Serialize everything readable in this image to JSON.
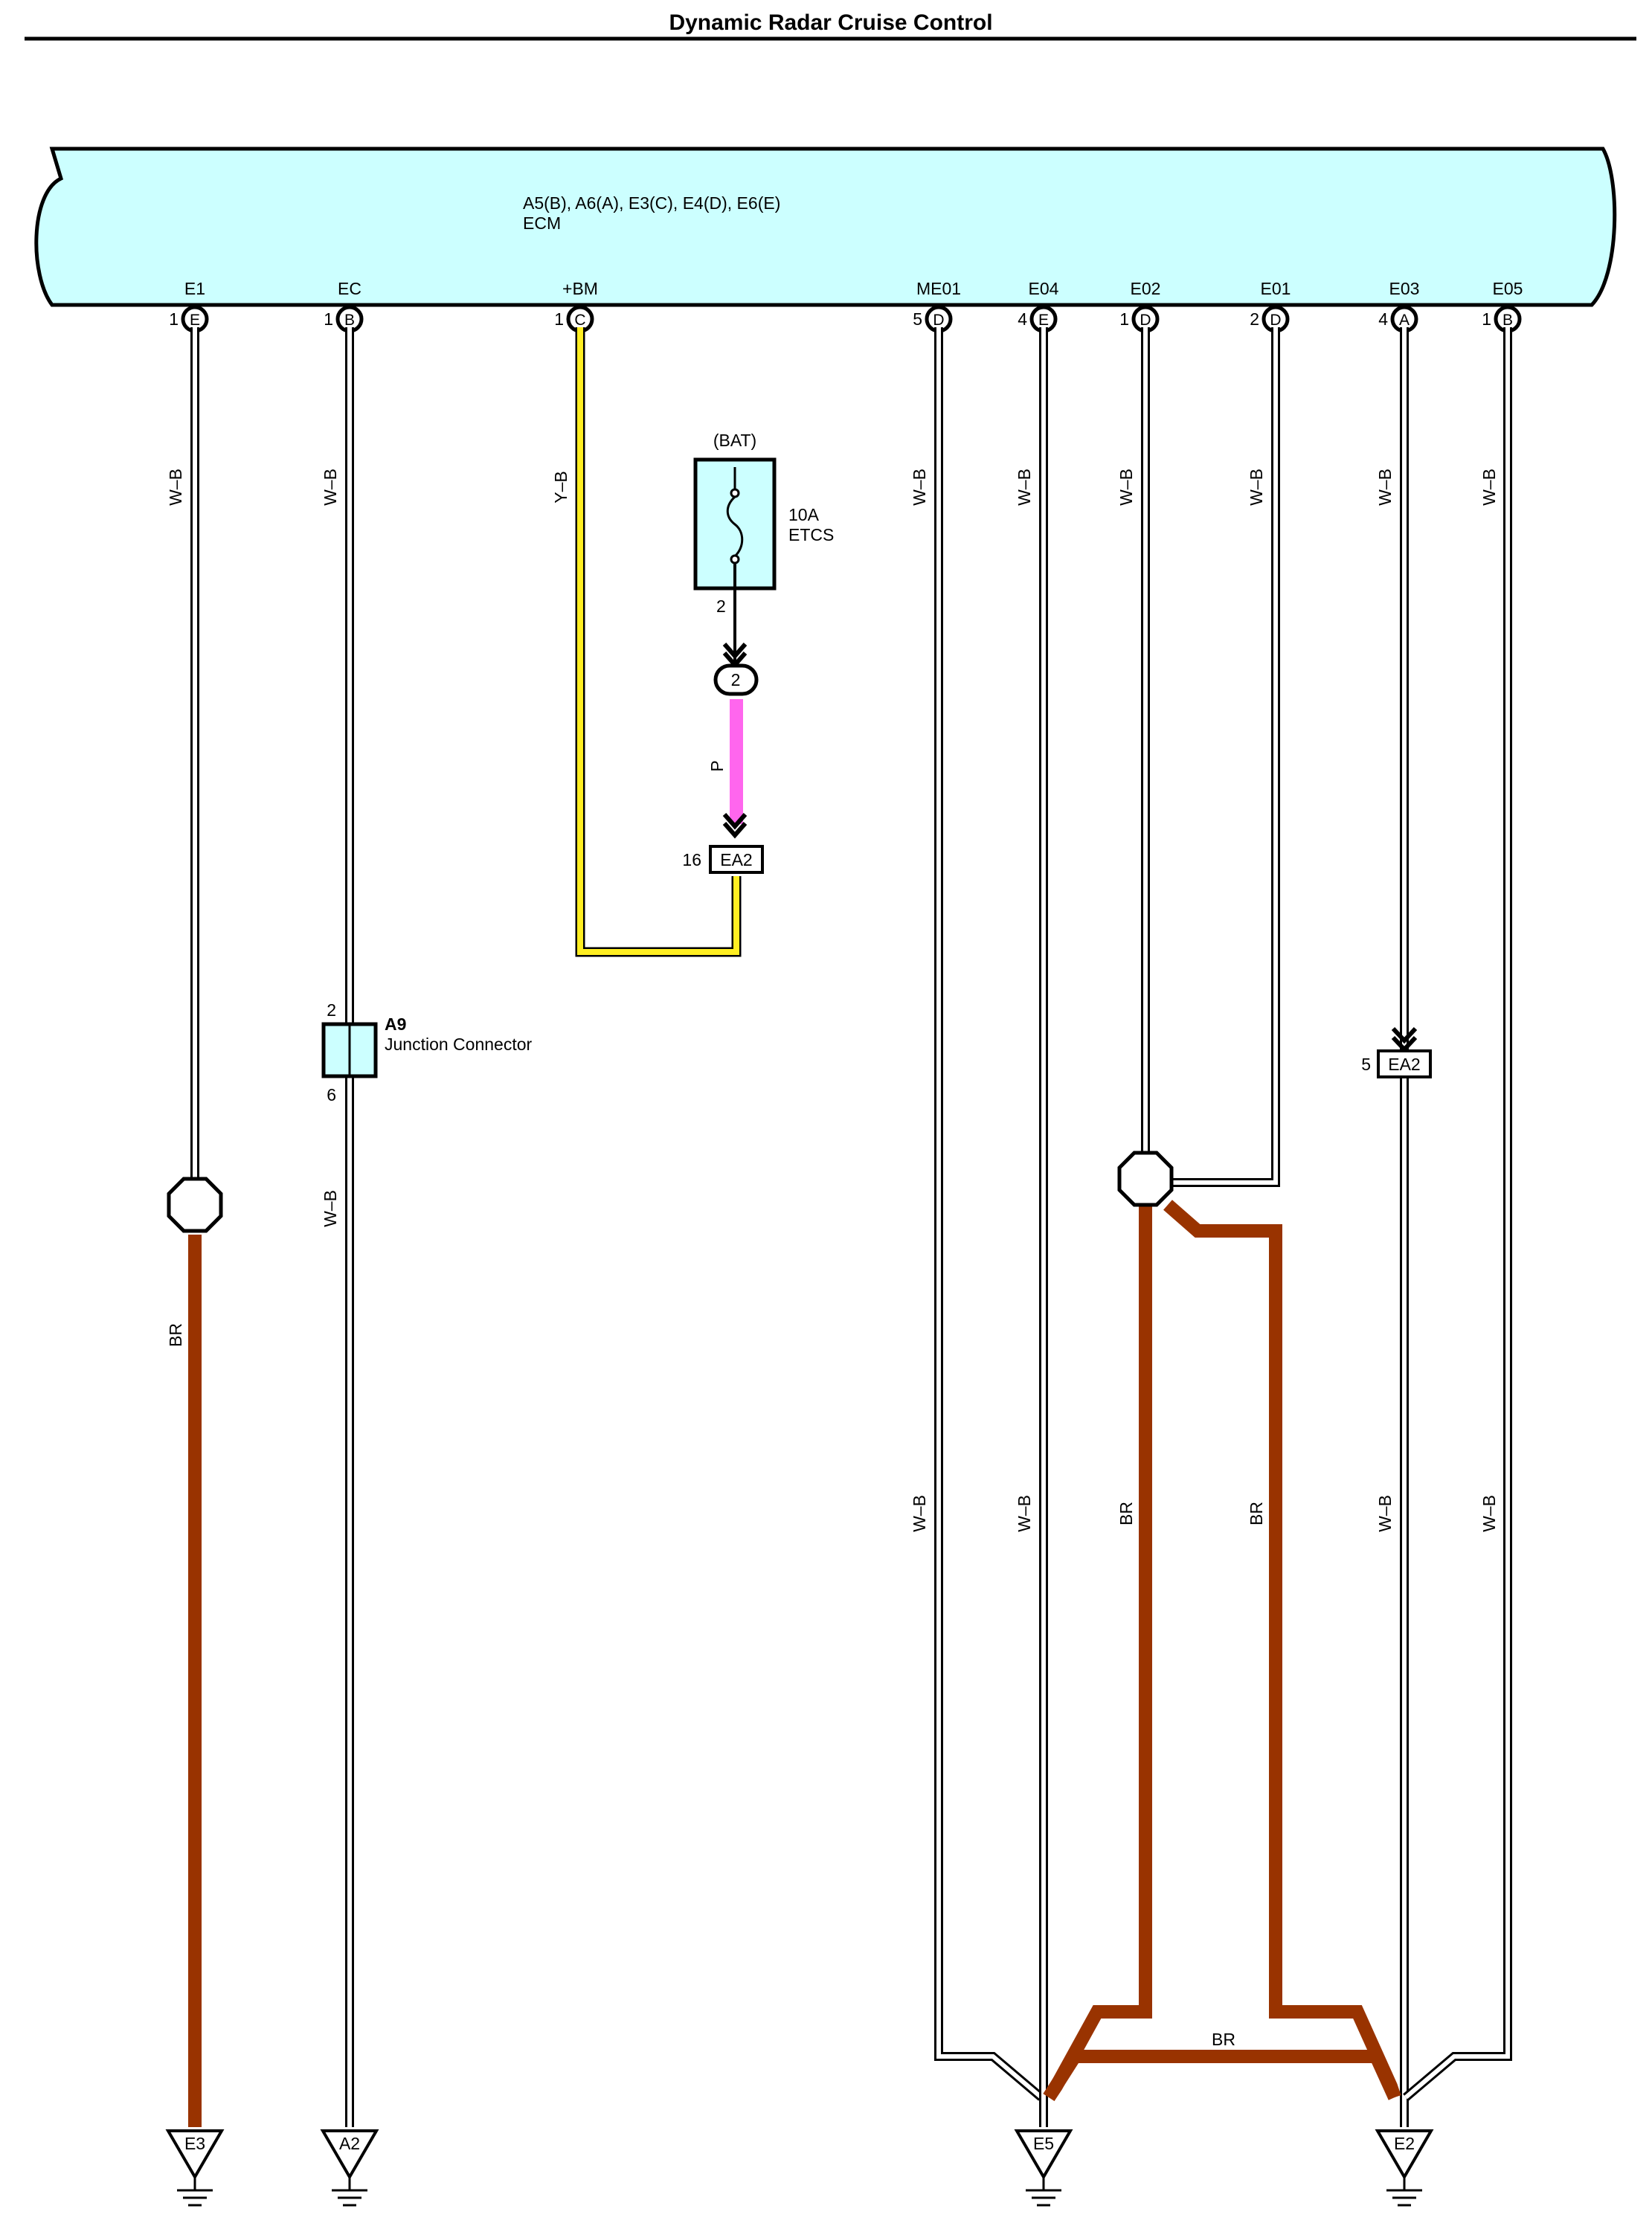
{
  "title": "Dynamic Radar Cruise Control",
  "ecm": {
    "connectors": "A5(B), A6(A), E3(C), E4(D), E6(E)",
    "name": "ECM",
    "fill": "#ccffff",
    "terminals": [
      {
        "name": "E1",
        "pin": "1",
        "conn": "E"
      },
      {
        "name": "EC",
        "pin": "1",
        "conn": "B"
      },
      {
        "name": "+BM",
        "pin": "1",
        "conn": "C"
      },
      {
        "name": "ME01",
        "pin": "5",
        "conn": "D"
      },
      {
        "name": "E04",
        "pin": "4",
        "conn": "E"
      },
      {
        "name": "E02",
        "pin": "1",
        "conn": "D"
      },
      {
        "name": "E01",
        "pin": "2",
        "conn": "D"
      },
      {
        "name": "E03",
        "pin": "4",
        "conn": "A"
      },
      {
        "name": "E05",
        "pin": "1",
        "conn": "B"
      }
    ]
  },
  "wire_labels": {
    "wb": "W–B",
    "yb": "Y–B",
    "p": "P",
    "br": "BR"
  },
  "wire_colors": {
    "yb": "#ffee22",
    "p": "#ff66ee",
    "br": "#993300",
    "wb": "#ffffff"
  },
  "fuse": {
    "source": "(BAT)",
    "rating": "10A",
    "name": "ETCS",
    "pin_out": "2"
  },
  "junction_block_pin": "2",
  "ea2_top": {
    "pin": "16",
    "label": "EA2"
  },
  "ea2_right": {
    "pin": "5",
    "label": "EA2"
  },
  "junction_connector": {
    "id": "A9",
    "name": "Junction Connector",
    "pin_top": "2",
    "pin_bottom": "6"
  },
  "grounds": [
    "E3",
    "A2",
    "E5",
    "E2"
  ]
}
